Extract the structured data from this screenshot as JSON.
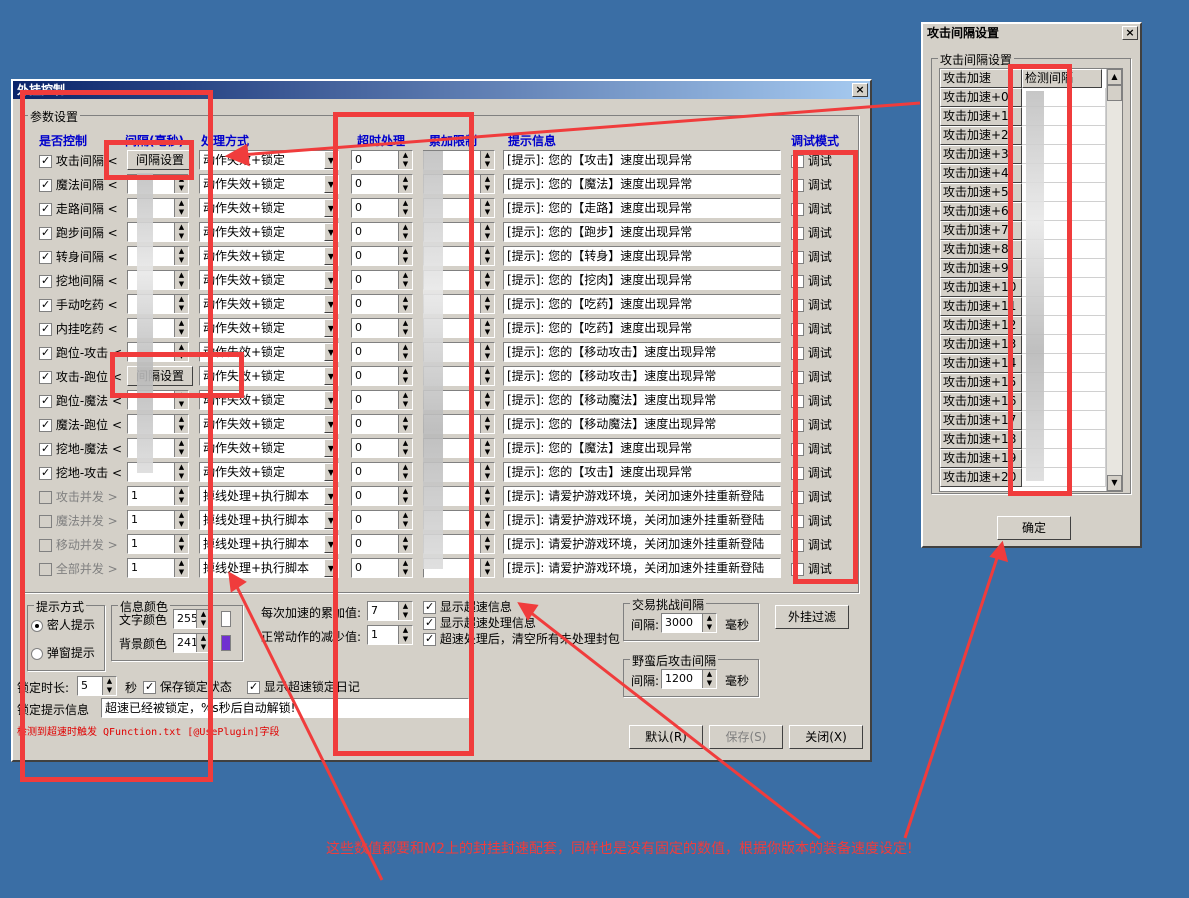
{
  "main": {
    "title": "外挂控制",
    "close": "×",
    "params_group": "参数设置",
    "headers": {
      "control": "是否控制",
      "interval": "间隔(毫秒)",
      "handle": "处理方式",
      "timeout": "超时处理",
      "accum": "累加限制",
      "tip": "提示信息",
      "debug": "调试模式"
    },
    "rows": [
      {
        "label": "攻击间隔 <",
        "checked": true,
        "interval": "间隔设置",
        "is_button": true,
        "handle": "动作失效+锁定",
        "timeout": "0",
        "tip": "[提示]: 您的【攻击】速度出现异常"
      },
      {
        "label": "魔法间隔 <",
        "checked": true,
        "interval": "",
        "is_button": false,
        "handle": "动作失效+锁定",
        "timeout": "0",
        "tip": "[提示]: 您的【魔法】速度出现异常"
      },
      {
        "label": "走路间隔 <",
        "checked": true,
        "interval": "",
        "is_button": false,
        "handle": "动作失效+锁定",
        "timeout": "0",
        "tip": "[提示]: 您的【走路】速度出现异常"
      },
      {
        "label": "跑步间隔 <",
        "checked": true,
        "interval": "",
        "is_button": false,
        "handle": "动作失效+锁定",
        "timeout": "0",
        "tip": "[提示]: 您的【跑步】速度出现异常"
      },
      {
        "label": "转身间隔 <",
        "checked": true,
        "interval": "",
        "is_button": false,
        "handle": "动作失效+锁定",
        "timeout": "0",
        "tip": "[提示]: 您的【转身】速度出现异常"
      },
      {
        "label": "挖地间隔 <",
        "checked": true,
        "interval": "",
        "is_button": false,
        "handle": "动作失效+锁定",
        "timeout": "0",
        "tip": "[提示]: 您的【挖肉】速度出现异常"
      },
      {
        "label": "手动吃药 <",
        "checked": true,
        "interval": "",
        "is_button": false,
        "handle": "动作失效+锁定",
        "timeout": "0",
        "tip": "[提示]: 您的【吃药】速度出现异常"
      },
      {
        "label": "内挂吃药 <",
        "checked": true,
        "interval": "",
        "is_button": false,
        "handle": "动作失效+锁定",
        "timeout": "0",
        "tip": "[提示]: 您的【吃药】速度出现异常"
      },
      {
        "label": "跑位-攻击 <",
        "checked": true,
        "interval": "",
        "is_button": false,
        "handle": "动作失效+锁定",
        "timeout": "0",
        "tip": "[提示]: 您的【移动攻击】速度出现异常"
      },
      {
        "label": "攻击-跑位 <",
        "checked": true,
        "interval": "间隔设置",
        "is_button": true,
        "handle": "动作失效+锁定",
        "timeout": "0",
        "tip": "[提示]: 您的【移动攻击】速度出现异常"
      },
      {
        "label": "跑位-魔法 <",
        "checked": true,
        "interval": "",
        "is_button": false,
        "handle": "动作失效+锁定",
        "timeout": "0",
        "tip": "[提示]: 您的【移动魔法】速度出现异常"
      },
      {
        "label": "魔法-跑位 <",
        "checked": true,
        "interval": "",
        "is_button": false,
        "handle": "动作失效+锁定",
        "timeout": "0",
        "tip": "[提示]: 您的【移动魔法】速度出现异常"
      },
      {
        "label": "挖地-魔法 <",
        "checked": true,
        "interval": "",
        "is_button": false,
        "handle": "动作失效+锁定",
        "timeout": "0",
        "tip": "[提示]: 您的【魔法】速度出现异常"
      },
      {
        "label": "挖地-攻击 <",
        "checked": true,
        "interval": "",
        "is_button": false,
        "handle": "动作失效+锁定",
        "timeout": "0",
        "tip": "[提示]: 您的【攻击】速度出现异常"
      },
      {
        "label": "攻击并发 >",
        "checked": false,
        "interval": "1",
        "is_button": false,
        "handle": "掉线处理+执行脚本",
        "timeout": "0",
        "tip": "[提示]: 请爱护游戏环境，关闭加速外挂重新登陆"
      },
      {
        "label": "魔法并发 >",
        "checked": false,
        "interval": "1",
        "is_button": false,
        "handle": "掉线处理+执行脚本",
        "timeout": "0",
        "tip": "[提示]: 请爱护游戏环境，关闭加速外挂重新登陆"
      },
      {
        "label": "移动并发 >",
        "checked": false,
        "interval": "1",
        "is_button": false,
        "handle": "掉线处理+执行脚本",
        "timeout": "0",
        "tip": "[提示]: 请爱护游戏环境，关闭加速外挂重新登陆"
      },
      {
        "label": "全部并发 >",
        "checked": false,
        "interval": "1",
        "is_button": false,
        "handle": "掉线处理+执行脚本",
        "timeout": "0",
        "tip": "[提示]: 请爱护游戏环境，关闭加速外挂重新登陆"
      }
    ],
    "debug_label": "调试",
    "prompt_group": "提示方式",
    "prompt_opt1": "密人提示",
    "prompt_opt2": "弹窗提示",
    "color_group": "信息颜色",
    "text_color_label": "文字颜色",
    "text_color_value": "255",
    "bg_color_label": "背景颜色",
    "bg_color_value": "241",
    "accum_label": "每次加速的累加值:",
    "accum_value": "7",
    "decr_label": "正常动作的减少值:",
    "decr_value": "1",
    "show_speed_info": "显示超速信息",
    "show_speed_handle": "显示超速处理信息",
    "clear_after": "超速处理后，清空所有未处理封包",
    "trade_group": "交易挑战间隔",
    "trade_interval_label": "间隔:",
    "trade_interval_value": "3000",
    "trade_unit": "毫秒",
    "wild_group": "野蛮后攻击间隔",
    "wild_interval_label": "间隔:",
    "wild_interval_value": "1200",
    "wild_unit": "毫秒",
    "filter_btn": "外挂过滤",
    "lock_time_label": "锁定时长:",
    "lock_time_value": "5",
    "lock_time_unit": "秒",
    "save_lock_state": "保存锁定状态",
    "show_lock_log": "显示超速锁定日记",
    "lock_tip_label": "锁定提示信息",
    "lock_tip_value": "超速已经被锁定，%s秒后自动解锁!",
    "trigger_note": "检测到超速时触发 QFunction.txt [@UsePlugin]字段",
    "default_btn": "默认(R)",
    "save_btn": "保存(S)",
    "close_btn": "关闭(X)"
  },
  "popup": {
    "title": "攻击间隔设置",
    "close": "×",
    "group": "攻击间隔设置",
    "col1": "攻击加速",
    "col2": "检测间隔",
    "rows": [
      "攻击加速+0",
      "攻击加速+1",
      "攻击加速+2",
      "攻击加速+3",
      "攻击加速+4",
      "攻击加速+5",
      "攻击加速+6",
      "攻击加速+7",
      "攻击加速+8",
      "攻击加速+9",
      "攻击加速+10",
      "攻击加速+11",
      "攻击加速+12",
      "攻击加速+13",
      "攻击加速+14",
      "攻击加速+15",
      "攻击加速+16",
      "攻击加速+17",
      "攻击加速+18",
      "攻击加速+19",
      "攻击加速+20"
    ],
    "ok": "确定"
  },
  "annotation": "这些数值都要和M2上的封挂封速配套，同样也是没有固定的数值，根据你版本的装备速度设定!",
  "colors": {
    "red": "#f03c3c",
    "desktop": "#3a6ea5",
    "header_blue": "#0000cc",
    "bg_swatch": "#7030d0"
  }
}
